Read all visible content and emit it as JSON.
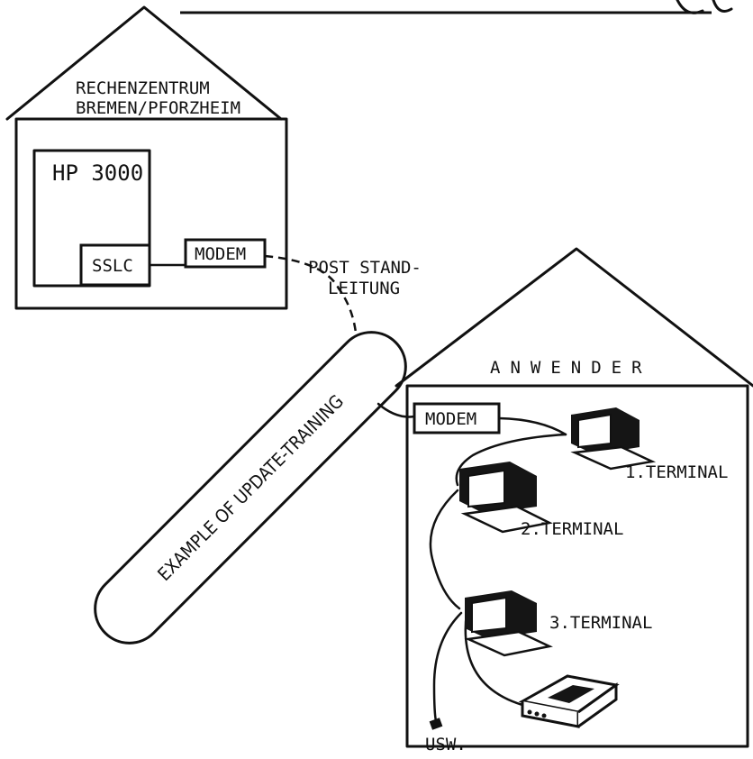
{
  "center": {
    "name_line1": "RECHENZENTRUM",
    "name_line2": "BREMEN/PFORZHEIM",
    "computer_label": "HP 3000",
    "sslc_label": "SSLC",
    "modem_label": "MODEM"
  },
  "line": {
    "label_line1": "POST STAND-",
    "label_line2": "LEITUNG"
  },
  "badge": {
    "text": "EXAMPLE OF UPDATE-TRAINING"
  },
  "user_site": {
    "title": "ANWENDER",
    "modem_label": "MODEM",
    "terminals": [
      "1.TERMINAL",
      "2.TERMINAL",
      "3.TERMINAL"
    ],
    "more_label": "USW."
  }
}
